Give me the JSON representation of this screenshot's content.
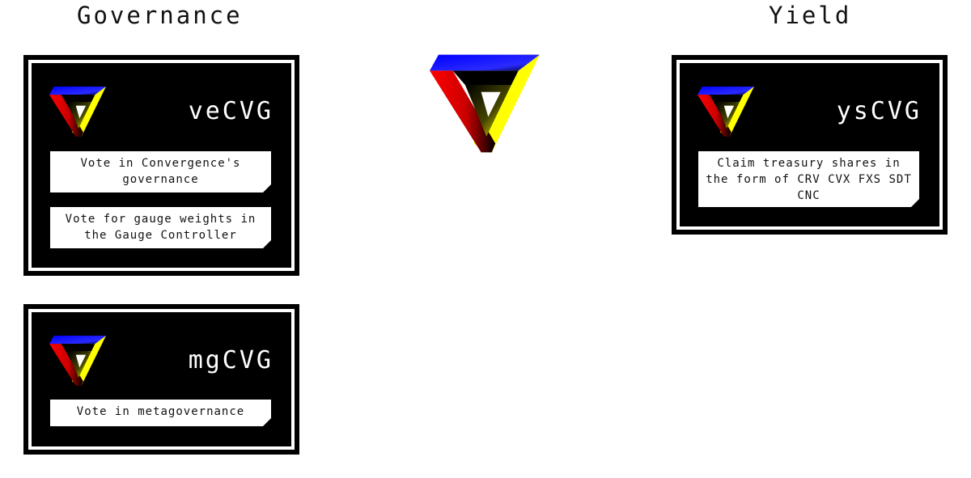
{
  "sections": {
    "governance_title": "Governance",
    "yield_title": "Yield"
  },
  "cards": {
    "vecvg": {
      "name": "veCVG",
      "descriptions": [
        "Vote in Convergence's governance",
        "Vote for gauge weights in the Gauge Controller"
      ]
    },
    "mgcvg": {
      "name": "mgCVG",
      "descriptions": [
        "Vote in metagovernance"
      ]
    },
    "yscvg": {
      "name": "ysCVG",
      "descriptions": [
        "Claim treasury shares in the form of CRV CVX FXS SDT CNC"
      ]
    }
  },
  "colors": {
    "background": "#ffffff",
    "card": "#000000",
    "logo_blue": "#1a1aff",
    "logo_red": "#ff1a1a",
    "logo_yellow": "#ffff1a"
  },
  "icons": {
    "logo": "penrose-triangle-icon"
  }
}
